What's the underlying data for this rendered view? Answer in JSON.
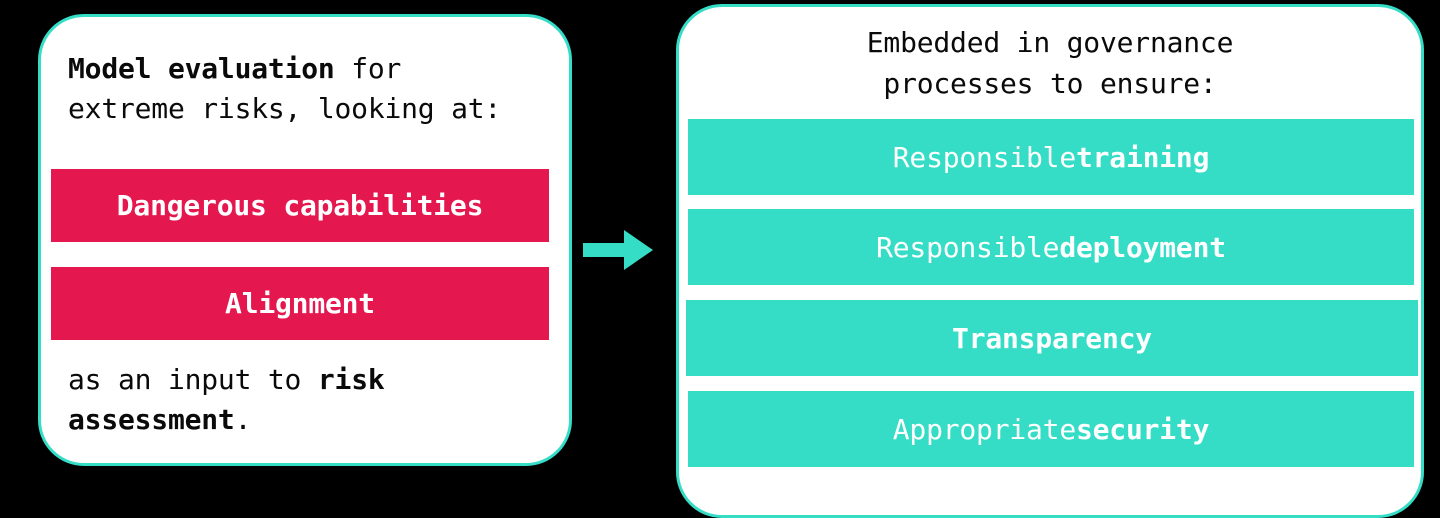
{
  "colors": {
    "background": "#000000",
    "card_fill": "#FFFFFF",
    "card_border": "#35DDC6",
    "accent_teal": "#35DDC6",
    "accent_pink": "#E4174F",
    "text_dark": "#0A0A0A",
    "text_light": "#FFFFFF"
  },
  "left_card": {
    "intro_line_1_bold": "Model evaluation",
    "intro_line_1_rest": " for",
    "intro_line_2": "extreme risks, looking at:",
    "intro_full": "Model evaluation for\nextreme risks, looking at:",
    "items": [
      {
        "label": "Dangerous capabilities"
      },
      {
        "label": "Alignment"
      }
    ],
    "outro_prefix": "as an input to ",
    "outro_bold": "risk assessment",
    "outro_suffix": ".",
    "outro_full": "as an input to risk assessment."
  },
  "arrow": {
    "icon": "arrow-right-icon",
    "direction": "right",
    "color": "#35DDC6"
  },
  "right_card": {
    "header": "Embedded in governance\nprocesses to ensure:",
    "items": [
      {
        "prefix": "Responsible ",
        "bold": "training",
        "suffix": ""
      },
      {
        "prefix": "Responsible ",
        "bold": "deployment",
        "suffix": ""
      },
      {
        "prefix": "",
        "bold": "Transparency",
        "suffix": ""
      },
      {
        "prefix": "Appropriate ",
        "bold": "security",
        "suffix": ""
      }
    ]
  }
}
